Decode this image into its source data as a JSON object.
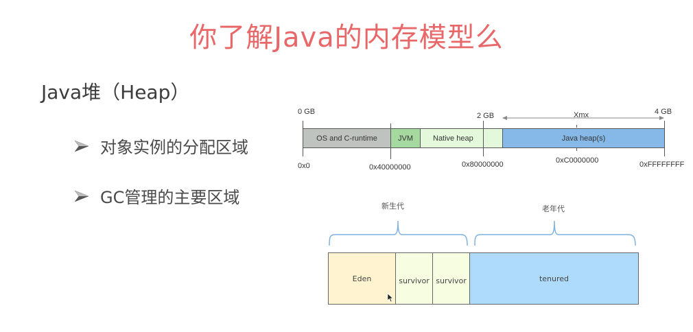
{
  "slide": {
    "title": "你了解Java的内存模型么",
    "subtitle": "Java堆（Heap）",
    "bullets": [
      {
        "icon": "arrow-bullet-icon",
        "text": "对象实例的分配区域"
      },
      {
        "icon": "arrow-bullet-icon",
        "text": "GC管理的主要区域"
      }
    ]
  },
  "memory_map": {
    "top_labels": {
      "gb0": "0 GB",
      "gb2": "2 GB",
      "xmx": "Xmx",
      "gb4": "4 GB"
    },
    "segments": [
      {
        "label": "OS and C-runtime",
        "color": "#bfc3bf"
      },
      {
        "label": "JVM",
        "color": "#a6d9a0"
      },
      {
        "label": "Native heap",
        "color": "#e4f9dc"
      },
      {
        "label": "Java heap(s)",
        "color": "#86b9e8"
      }
    ],
    "addresses": [
      "0x0",
      "0x40000000",
      "0x80000000",
      "0xC0000000",
      "0xFFFFFFFF"
    ]
  },
  "generations": {
    "young_label": "新生代",
    "old_label": "老年代",
    "regions": [
      {
        "label": "Eden",
        "color": "#fff4cf"
      },
      {
        "label": "survivor",
        "color": "#f7fde0"
      },
      {
        "label": "survivor",
        "color": "#f7fde0"
      },
      {
        "label": "tenured",
        "color": "#aedafb"
      }
    ]
  }
}
